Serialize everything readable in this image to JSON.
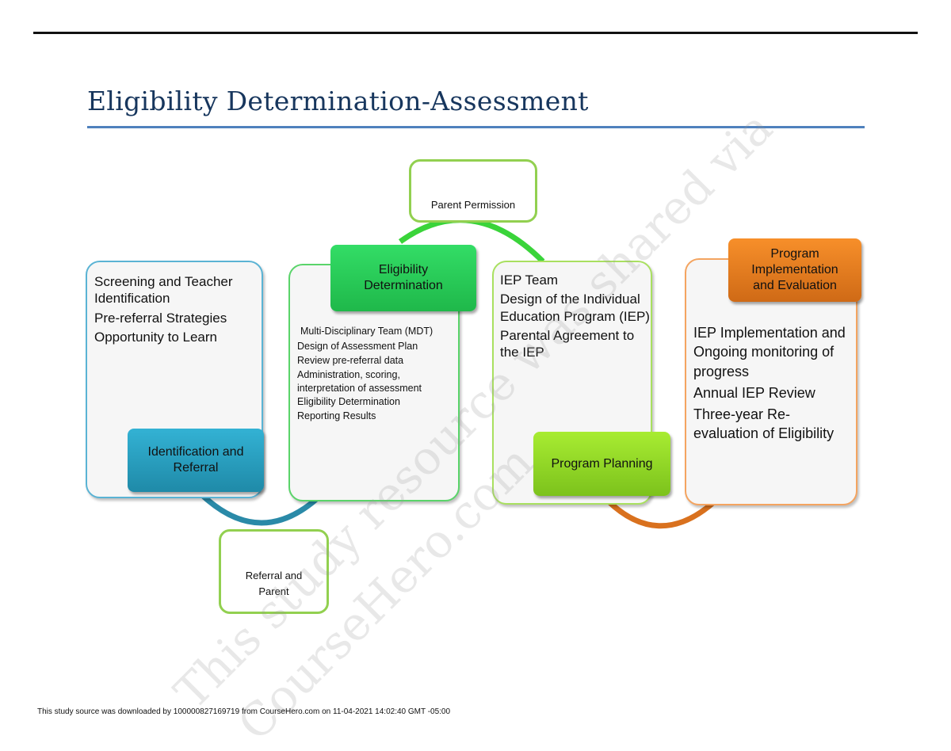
{
  "page": {
    "title": "Eligibility Determination-Assessment",
    "footer": "This study source was downloaded by 100000827169719 from CourseHero.com on 11-04-2021 14:02:40 GMT -05:00",
    "watermark_line1": "This study resource was shared via",
    "watermark_line2": "CourseHero.com"
  },
  "colors": {
    "title": "#17365d",
    "title_rule": "#4f81bd",
    "blue": "#2b9cc0",
    "green": "#2ecc5a",
    "lime": "#8fd42a",
    "orange": "#e07a1f",
    "note_border": "#92d050"
  },
  "stages": [
    {
      "label": "Identification and Referral",
      "color": "blue",
      "items": [
        "Screening and Teacher Identification",
        "Pre-referral Strategies",
        "Opportunity to Learn"
      ]
    },
    {
      "label": "Eligibility Determination",
      "color": "green",
      "items": [
        "Multi-Disciplinary Team (MDT)",
        "Design of Assessment Plan",
        "Review pre-referral data",
        "Administration, scoring, interpretation of assessment",
        "Eligibility Determination",
        "Reporting Results"
      ]
    },
    {
      "label": "Program Planning",
      "color": "lime",
      "items": [
        "IEP Team",
        "Design of the Individual Education Program (IEP)",
        "Parental Agreement to the IEP"
      ]
    },
    {
      "label": "Program Implementation and Evaluation",
      "color": "orange",
      "items": [
        "IEP Implementation and Ongoing monitoring of progress",
        "Annual IEP Review",
        "Three-year Re-evaluation of Eligibility"
      ]
    }
  ],
  "notes": {
    "parent_permission": "Parent Permission",
    "referral_parent_line1": "Referral and",
    "referral_parent_line2": "Parent"
  }
}
